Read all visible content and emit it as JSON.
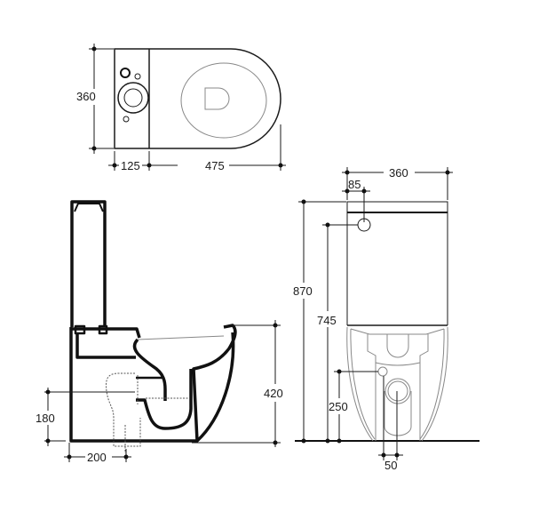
{
  "drawing": {
    "top_view": {
      "depth": "360",
      "tank_length": "125",
      "bowl_length": "475"
    },
    "side_view": {
      "rim_height": "420",
      "outlet_height": "180",
      "outlet_distance": "200"
    },
    "front_view": {
      "width": "360",
      "inlet_offset": "85",
      "total_height": "870",
      "inlet_height": "745",
      "water_inlet_height": "250",
      "water_inlet_offset": "50"
    }
  }
}
